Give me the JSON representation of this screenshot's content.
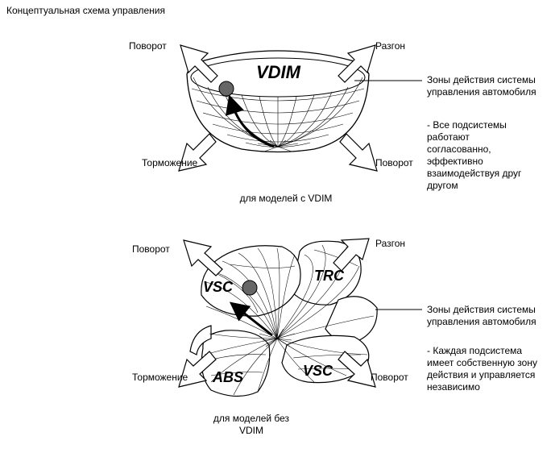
{
  "title": "Концептуальная схема управления",
  "top": {
    "label_left_upper": "Поворот",
    "label_right_upper": "Разгон",
    "label_left_lower": "Торможение",
    "label_right_lower": "Поворот",
    "bowl_label": "VDIM",
    "zone_title": "Зоны действия системы управления автомобиля",
    "zone_note": "- Все подсистемы работают согласованно, эффективно взаимодействуя друг другом",
    "caption": "для моделей с VDIM"
  },
  "bottom": {
    "label_left_upper": "Поворот",
    "label_right_upper": "Разгон",
    "label_left_lower": "Торможение",
    "label_right_lower": "Поворот",
    "petal_vsc_left": "VSC",
    "petal_trc": "TRC",
    "petal_abs": "ABS",
    "petal_vsc_right": "VSC",
    "zone_title": "Зоны действия системы управления автомобиля",
    "zone_note": "- Каждая подсистема имеет собственную зону действия и управляется независимо",
    "caption": "для моделей без VDIM"
  }
}
